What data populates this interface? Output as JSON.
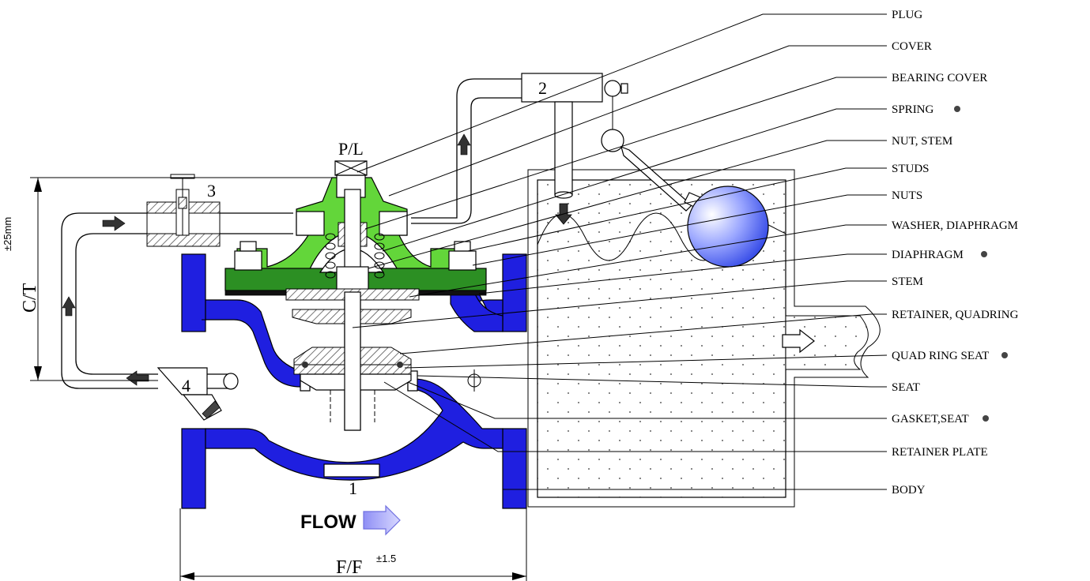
{
  "part_labels": [
    {
      "id": "plug",
      "text": "PLUG",
      "dot": false
    },
    {
      "id": "cover",
      "text": "COVER",
      "dot": false
    },
    {
      "id": "bearing-cover",
      "text": "BEARING COVER",
      "dot": false
    },
    {
      "id": "spring",
      "text": "SPRING",
      "dot": true
    },
    {
      "id": "nut-stem",
      "text": "NUT, STEM",
      "dot": false
    },
    {
      "id": "studs",
      "text": "STUDS",
      "dot": false
    },
    {
      "id": "nuts",
      "text": "NUTS",
      "dot": false
    },
    {
      "id": "washer-diaphragm",
      "text": "WASHER, DIAPHRAGM",
      "dot": false
    },
    {
      "id": "diaphragm",
      "text": "DIAPHRAGM",
      "dot": true
    },
    {
      "id": "stem",
      "text": "STEM",
      "dot": false
    },
    {
      "id": "retainer-quadring",
      "text": "RETAINER, QUADRING",
      "dot": false
    },
    {
      "id": "quad-ring-seat",
      "text": "QUAD RING SEAT",
      "dot": true
    },
    {
      "id": "seat",
      "text": "SEAT",
      "dot": false
    },
    {
      "id": "gasket-seat",
      "text": "GASKET,SEAT",
      "dot": true
    },
    {
      "id": "retainer-plate",
      "text": "RETAINER PLATE",
      "dot": false
    },
    {
      "id": "body",
      "text": "BODY",
      "dot": false
    }
  ],
  "callouts": {
    "pilot": "2",
    "needle_valve": "3",
    "strainer": "4",
    "main_valve": "1",
    "pressure_limit": "P/L"
  },
  "dimensions": {
    "face_to_face": "F/F",
    "face_to_face_tol": "±1.5",
    "center_to_top": "C/T",
    "center_to_top_tol": "±25mm"
  },
  "flow_label": "FLOW",
  "colors": {
    "body": "#1f1fe0",
    "bonnet": "#63d63a",
    "flange": "#2c8f23",
    "float_ball": "#2a3ee0"
  }
}
